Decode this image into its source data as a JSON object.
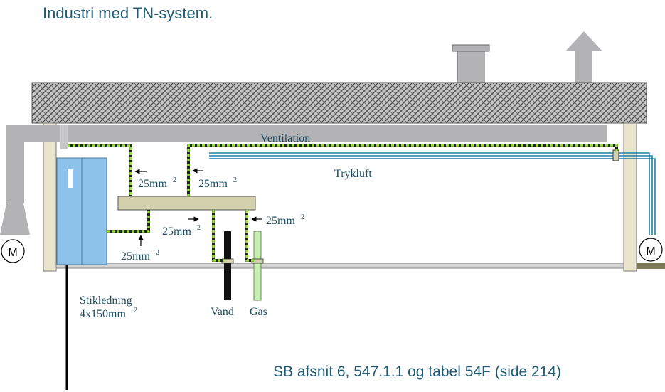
{
  "title": "Industri med TN-system.",
  "reference": "SB afsnit 6, 547.1.1 og tabel 54F (side 214)",
  "labels": {
    "ventilation": "Ventilation",
    "trykluft": "Trykluft",
    "conductor_size": "25mm",
    "superscript": "2",
    "stikledning_line1": "Stikledning",
    "stikledning_line2": "4x150mm",
    "vand": "Vand",
    "gas": "Gas",
    "motor": "M"
  },
  "colors": {
    "roof_hatch": "#3f3f3f",
    "duct": "#b3b3b5",
    "wall": "#ebe3cc",
    "cabinet": "#8dc3ea",
    "busbar": "#d2d0ad",
    "earth_conductor": "#99e23b",
    "compressed_air_pipe": "#1d7fa6",
    "water_pipe": "#111111",
    "gas_pipe": "#c7efb4",
    "text": "#1f5b74"
  }
}
